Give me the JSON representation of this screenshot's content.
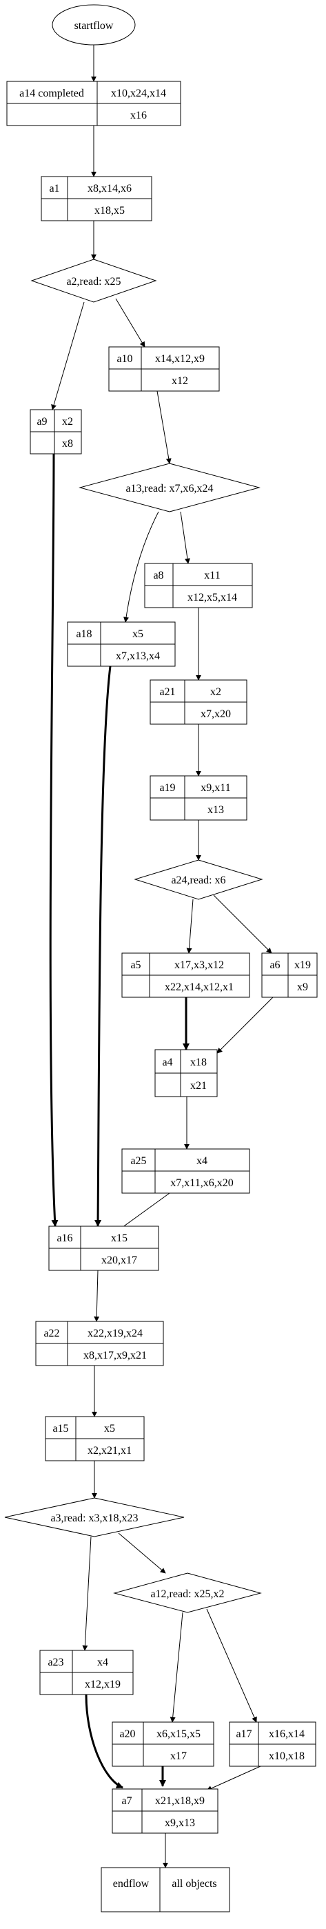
{
  "start": "startflow",
  "end": {
    "left": "endflow",
    "right": "all objects"
  },
  "tasks": {
    "a14": {
      "name": "a14 completed",
      "top": "x10,x24,x14",
      "bottom": "x16"
    },
    "a1": {
      "name": "a1",
      "top": "x8,x14,x6",
      "bottom": "x18,x5"
    },
    "a10": {
      "name": "a10",
      "top": "x14,x12,x9",
      "bottom": "x12"
    },
    "a9": {
      "name": "a9",
      "top": "x2",
      "bottom": "x8"
    },
    "a8": {
      "name": "a8",
      "top": "x11",
      "bottom": "x12,x5,x14"
    },
    "a18": {
      "name": "a18",
      "top": "x5",
      "bottom": "x7,x13,x4"
    },
    "a21": {
      "name": "a21",
      "top": "x2",
      "bottom": "x7,x20"
    },
    "a19": {
      "name": "a19",
      "top": "x9,x11",
      "bottom": "x13"
    },
    "a5": {
      "name": "a5",
      "top": "x17,x3,x12",
      "bottom": "x22,x14,x12,x1"
    },
    "a6": {
      "name": "a6",
      "top": "x19",
      "bottom": "x9"
    },
    "a4": {
      "name": "a4",
      "top": "x18",
      "bottom": "x21"
    },
    "a25": {
      "name": "a25",
      "top": "x4",
      "bottom": "x7,x11,x6,x20"
    },
    "a16": {
      "name": "a16",
      "top": "x15",
      "bottom": "x20,x17"
    },
    "a22": {
      "name": "a22",
      "top": "x22,x19,x24",
      "bottom": "x8,x17,x9,x21"
    },
    "a15": {
      "name": "a15",
      "top": "x5",
      "bottom": "x2,x21,x1"
    },
    "a23": {
      "name": "a23",
      "top": "x4",
      "bottom": "x12,x19"
    },
    "a20": {
      "name": "a20",
      "top": "x6,x15,x5",
      "bottom": "x17"
    },
    "a17": {
      "name": "a17",
      "top": "x16,x14",
      "bottom": "x10,x18"
    },
    "a7": {
      "name": "a7",
      "top": "x21,x18,x9",
      "bottom": "x9,x13"
    }
  },
  "decisions": {
    "a2": "a2,read: x25",
    "a13": "a13,read: x7,x6,x24",
    "a24": "a24,read: x6",
    "a3": "a3,read: x3,x18,x23",
    "a12": "a12,read: x25,x2"
  }
}
